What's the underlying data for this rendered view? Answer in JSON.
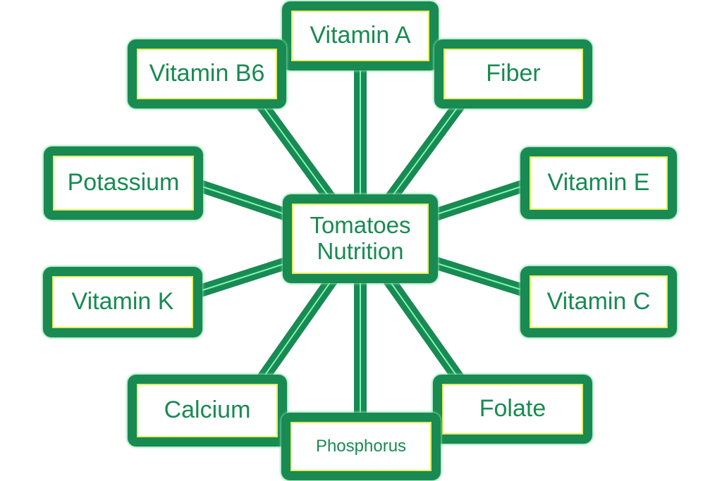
{
  "diagram": {
    "center": {
      "line1": "Tomatoes",
      "line2": "Nutrition"
    },
    "nodes": {
      "vitamin_a": "Vitamin A",
      "vitamin_b6": "Vitamin B6",
      "fiber": "Fiber",
      "potassium": "Potassium",
      "vitamin_e": "Vitamin E",
      "vitamin_k": "Vitamin K",
      "vitamin_c": "Vitamin C",
      "calcium": "Calcium",
      "folate": "Folate",
      "phosphorus": "Phosphorus"
    },
    "colors": {
      "box_fill": "#188a52",
      "box_inner": "#ffffff",
      "inner_border": "#e6ee5a",
      "text": "#188a52",
      "connector": "#188a52",
      "connector_highlight": "#7ff5b8"
    }
  }
}
